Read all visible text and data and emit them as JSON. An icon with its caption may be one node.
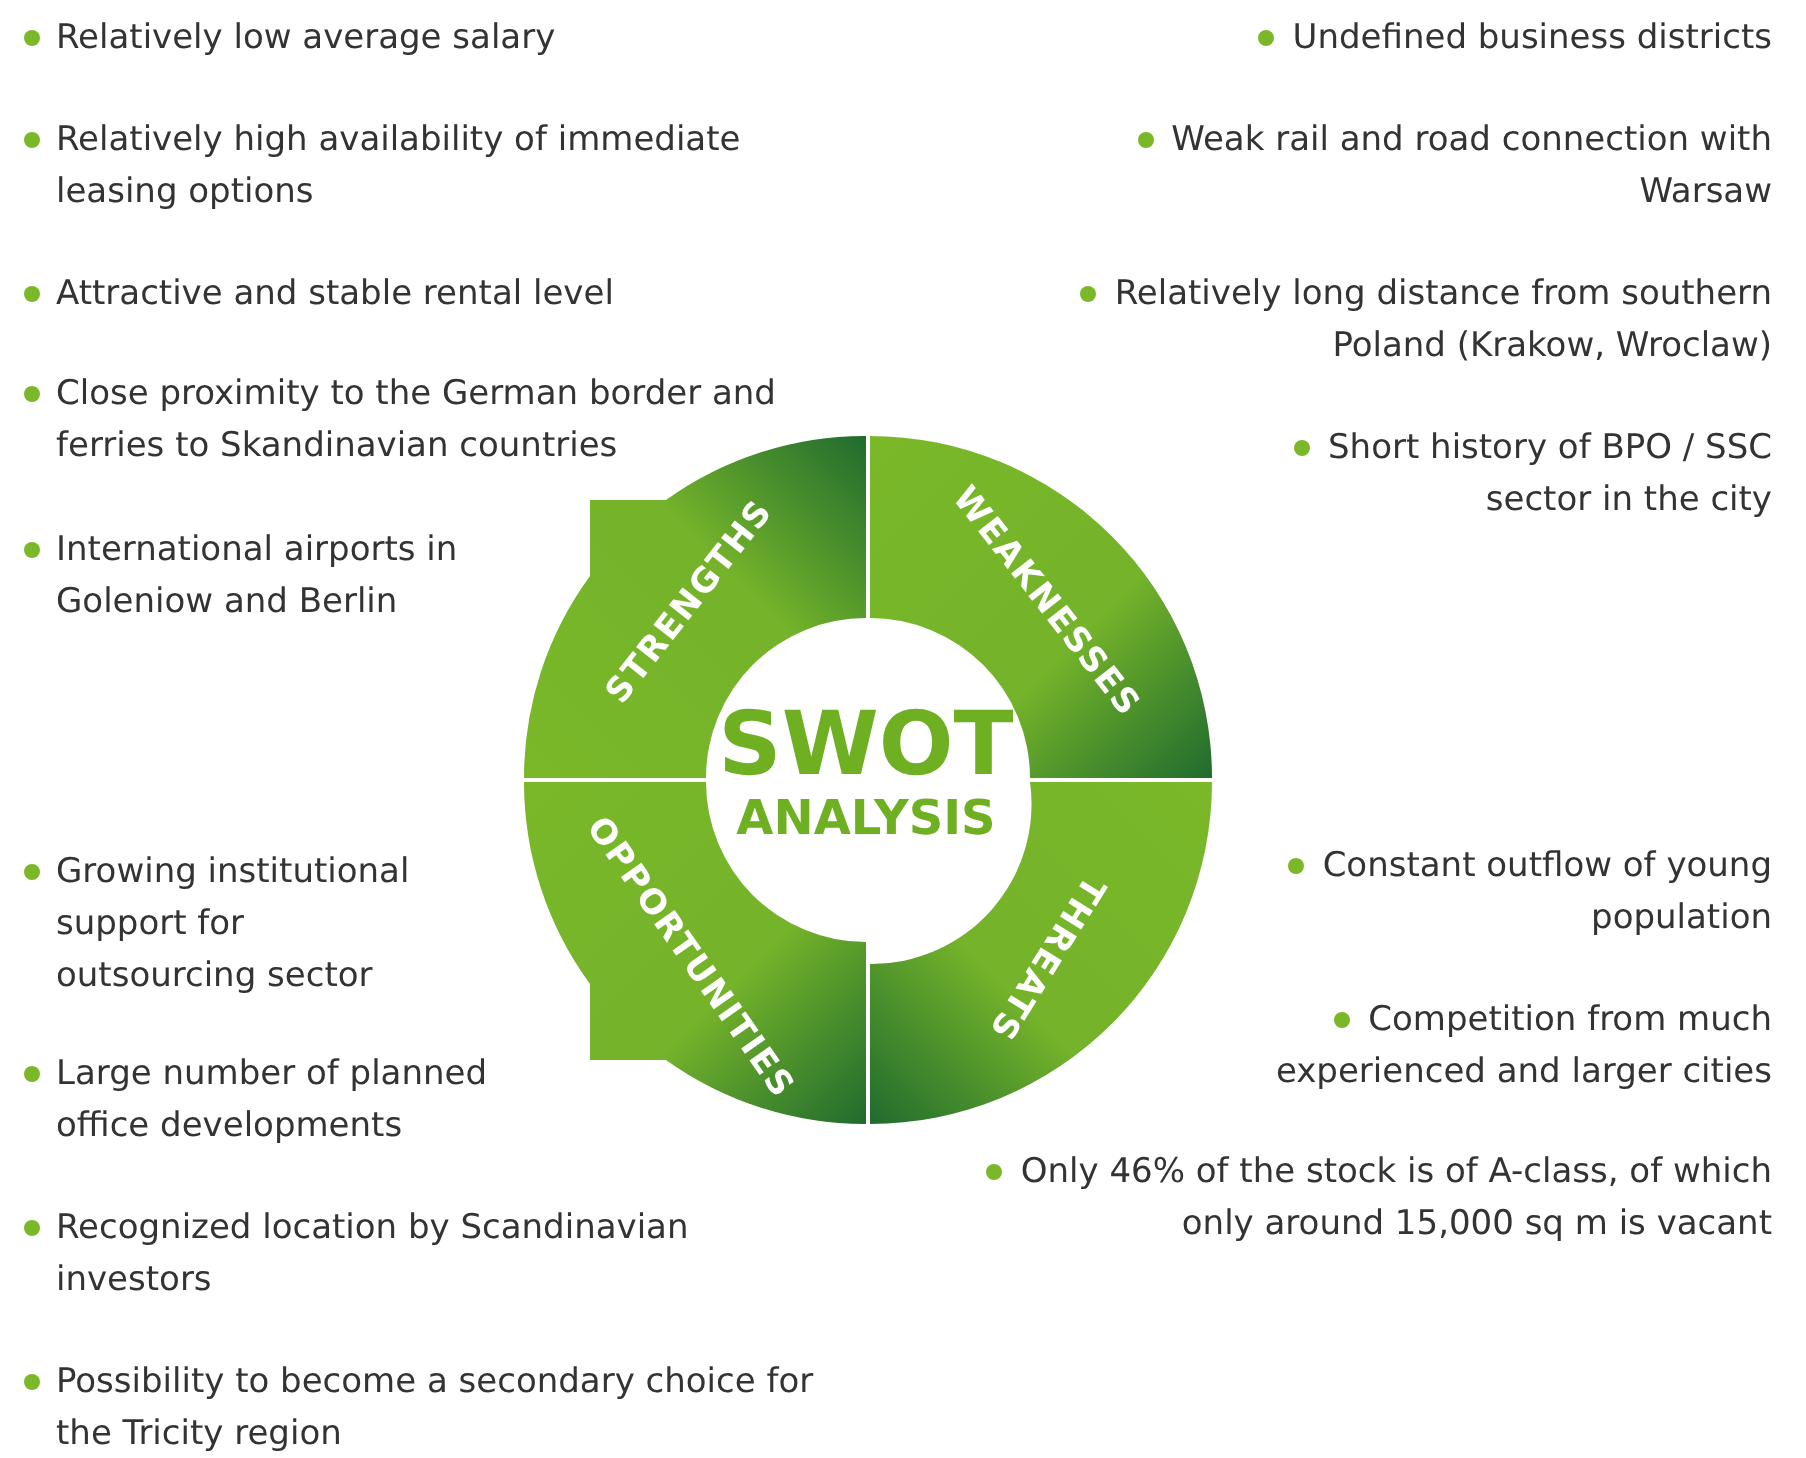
{
  "diagram": {
    "nodes": [
      {
        "text": [
          "SWOT",
          "ANALYSIS"
        ]
      },
      {
        "text": [
          "STRENGTHS"
        ]
      },
      {
        "text": [
          "WEAKNESSES"
        ]
      },
      {
        "text": [
          "OPPORTUNITIES"
        ]
      },
      {
        "text": [
          "THREATS"
        ]
      }
    ],
    "edges": [],
    "labels": [
      "Relatively low average salary",
      "Relatively high availability of immediate leasing options",
      "Attractive and stable rental level",
      "Close proximity to the German border and ferries to Skandinavian countries",
      "International airports in Goleniow and Berlin",
      "Undefined business districts",
      "Weak rail and road connection with Warsaw",
      "Relatively long distance from southern Poland (Krakow, Wroclaw)",
      "Short history of BPO / SSC sector in the city",
      "Growing institutional support for outsourcing sector",
      "Large number of planned office developments",
      "Recognized location by Scandinavian investors",
      "Possibility to become a secondary choice for the Tricity region",
      "Constant outflow of young population",
      "Competition from much experienced and larger cities",
      "Only 46% of the stock is of A-class, of which only around 15,000 sq m is vacant"
    ]
  }
}
